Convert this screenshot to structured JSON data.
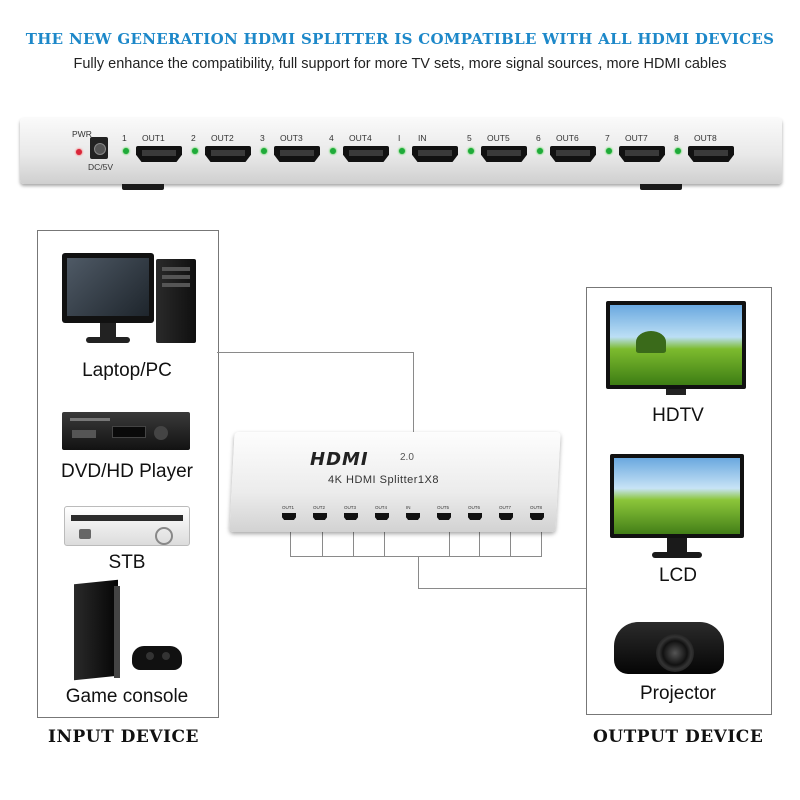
{
  "header": {
    "headline": "THE NEW GENERATION HDMI SPLITTER IS COMPATIBLE WITH ALL HDMI DEVICES",
    "subline": "Fully enhance the compatibility, full support for more TV sets, more signal sources, more HDMI cables"
  },
  "panel": {
    "pwr_label": "PWR",
    "dc_label": "DC/5V",
    "ports": [
      {
        "num": "1",
        "label": "OUT1"
      },
      {
        "num": "2",
        "label": "OUT2"
      },
      {
        "num": "3",
        "label": "OUT3"
      },
      {
        "num": "4",
        "label": "OUT4"
      },
      {
        "num": "I",
        "label": "IN"
      },
      {
        "num": "5",
        "label": "OUT5"
      },
      {
        "num": "6",
        "label": "OUT6"
      },
      {
        "num": "7",
        "label": "OUT7"
      },
      {
        "num": "8",
        "label": "OUT8"
      }
    ],
    "led_color": "#1faa3a",
    "pwr_led_color": "#d9263a"
  },
  "splitter": {
    "logo": "HDMI",
    "version": "2.0",
    "model": "4K HDMI Splitter1X8"
  },
  "input": {
    "title": "INPUT DEVICE",
    "devices": [
      "Laptop/PC",
      "DVD/HD Player",
      "STB",
      "Game console"
    ]
  },
  "output": {
    "title": "OUTPUT DEVICE",
    "devices": [
      "HDTV",
      "LCD",
      "Projector"
    ]
  },
  "colors": {
    "headline": "#1d88c9",
    "wire": "#8a8a8a",
    "frame": "#777777"
  }
}
